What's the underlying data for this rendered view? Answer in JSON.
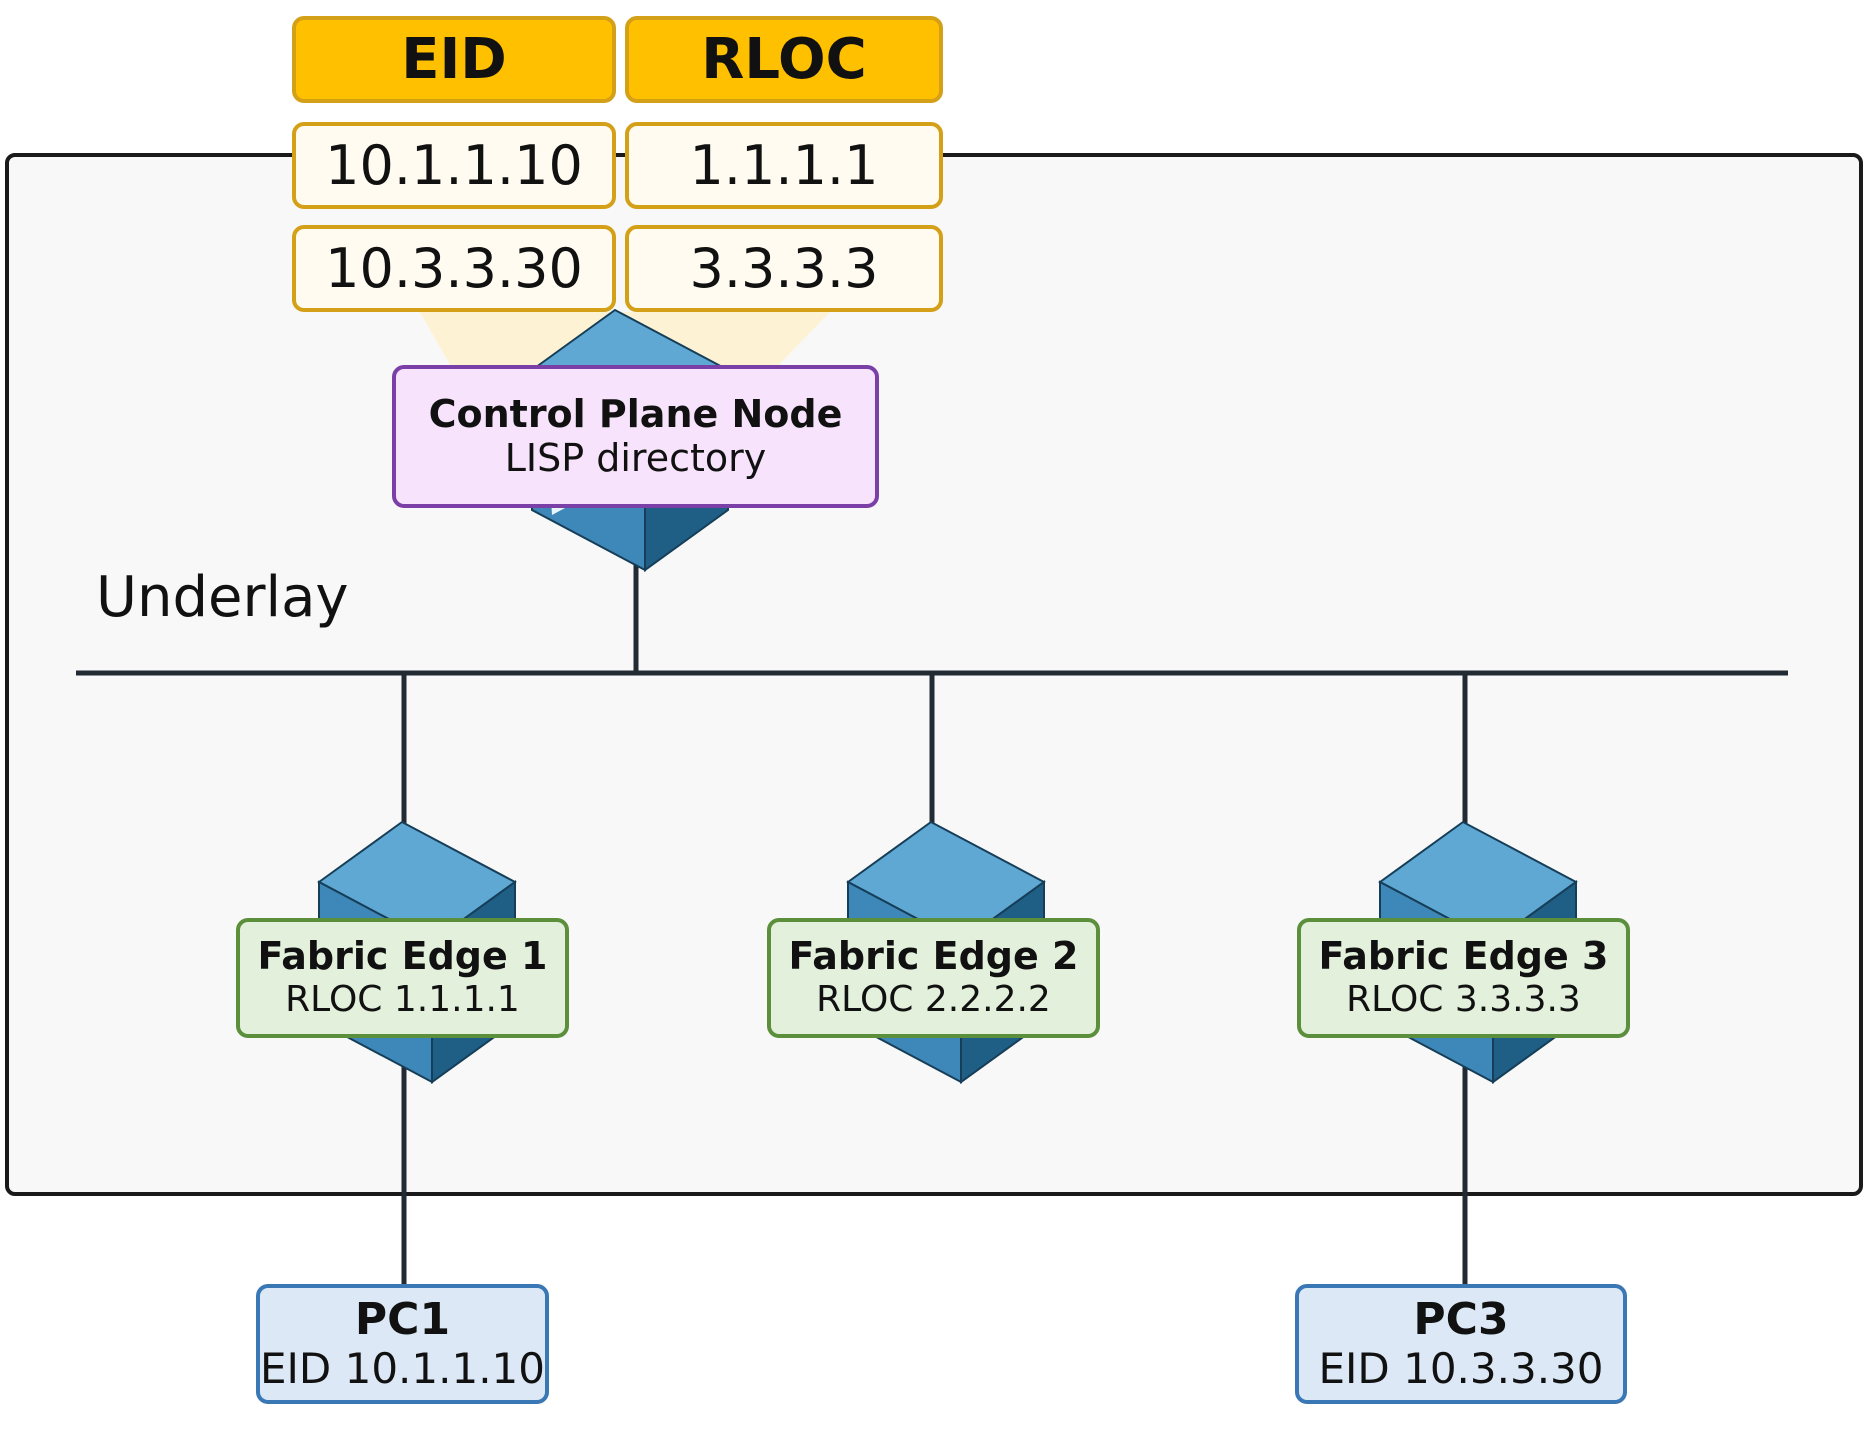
{
  "underlay": {
    "label": "Underlay"
  },
  "mapping_table": {
    "headers": {
      "eid": "EID",
      "rloc": "RLOC"
    },
    "rows": [
      {
        "eid": "10.1.1.10",
        "rloc": "1.1.1.1"
      },
      {
        "eid": "10.3.3.30",
        "rloc": "3.3.3.3"
      }
    ]
  },
  "control_plane": {
    "title": "Control Plane Node",
    "subtitle": "LISP directory"
  },
  "edges": [
    {
      "title": "Fabric Edge 1",
      "subtitle": "RLOC 1.1.1.1"
    },
    {
      "title": "Fabric Edge 2",
      "subtitle": "RLOC 2.2.2.2"
    },
    {
      "title": "Fabric Edge 3",
      "subtitle": "RLOC 3.3.3.3"
    }
  ],
  "pcs": [
    {
      "title": "PC1",
      "subtitle": "EID 10.1.1.10"
    },
    {
      "title": "PC3",
      "subtitle": "EID 10.3.3.30"
    }
  ],
  "colors": {
    "switch_top": "#5fa8d3",
    "switch_front": "#3d88b8",
    "switch_side": "#1f5f86",
    "line": "#222a33"
  }
}
